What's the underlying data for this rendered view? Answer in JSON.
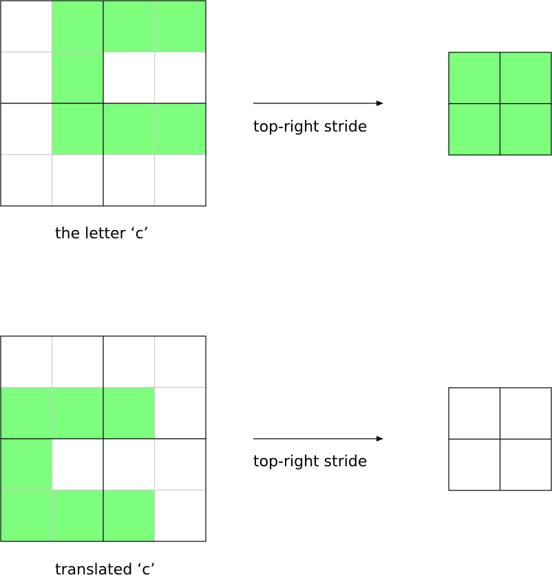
{
  "colors": {
    "fill": "#7dff7d",
    "empty": "#ffffff",
    "thin_line": "#cccccc",
    "thick_line": "#000000"
  },
  "top_row": {
    "input_grid": [
      [
        0,
        1,
        1,
        1
      ],
      [
        0,
        1,
        0,
        0
      ],
      [
        0,
        1,
        1,
        1
      ],
      [
        0,
        0,
        0,
        0
      ]
    ],
    "input_caption": "the letter ‘c’",
    "arrow_label": "top-right stride",
    "output_grid": [
      [
        1,
        1
      ],
      [
        1,
        1
      ]
    ]
  },
  "bottom_row": {
    "input_grid": [
      [
        0,
        0,
        0,
        0
      ],
      [
        1,
        1,
        1,
        0
      ],
      [
        1,
        0,
        0,
        0
      ],
      [
        1,
        1,
        1,
        0
      ]
    ],
    "input_caption": "translated ‘c’",
    "arrow_label": "top-right stride",
    "output_grid": [
      [
        0,
        0
      ],
      [
        0,
        0
      ]
    ]
  }
}
